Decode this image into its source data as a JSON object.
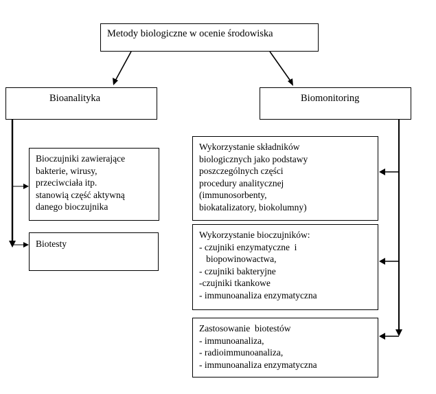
{
  "root": {
    "title": "Metody biologiczne w ocenie środowiska"
  },
  "left_branch": {
    "title": "Bioanalityka",
    "items": [
      {
        "lines": [
          "Bioczujniki zawierające",
          "bakterie, wirusy,",
          "przeciwciała itp.",
          "stanowią część aktywną",
          "danego bioczujnika"
        ]
      },
      {
        "lines": [
          "Biotesty"
        ]
      }
    ]
  },
  "right_branch": {
    "title": "Biomonitoring",
    "items": [
      {
        "lines": [
          "Wykorzystanie składników",
          "biologicznych jako podstawy",
          "poszczególnych części",
          "procedury analitycznej",
          "(immunosorbenty,",
          "biokatalizatory, biokolumny)"
        ]
      },
      {
        "lines": [
          "Wykorzystanie bioczujników:",
          "- czujniki enzymatyczne  i",
          "   biopowinowactwa,",
          "- czujniki bakteryjne",
          "-czujniki tkankowe",
          "- immunoanaliza enzymatyczna"
        ]
      },
      {
        "lines": [
          "Zastosowanie  biotestów",
          "- immunoanaliza,",
          "- radioimmunoanaliza,",
          "- immunoanaliza enzymatyczna"
        ]
      }
    ]
  }
}
